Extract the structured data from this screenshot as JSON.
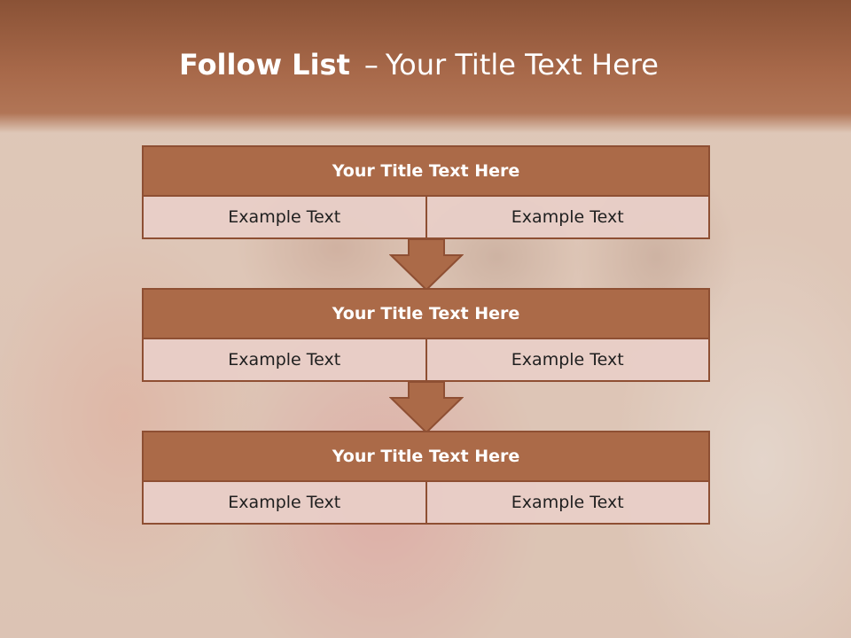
{
  "header": {
    "title_bold": "Follow List",
    "separator": "–",
    "title_rest": "Your Title Text Here"
  },
  "steps": [
    {
      "title": "Your Title Text Here",
      "left": "Example Text",
      "right": "Example Text"
    },
    {
      "title": "Your Title Text Here",
      "left": "Example Text",
      "right": "Example Text"
    },
    {
      "title": "Your Title Text Here",
      "left": "Example Text",
      "right": "Example Text"
    }
  ],
  "colors": {
    "header_band": "#a8694a",
    "box_title": "#ab6a48",
    "box_border": "#8e4f33",
    "cell_fill": "#e8cec8",
    "arrow_fill": "#ab6a48"
  }
}
